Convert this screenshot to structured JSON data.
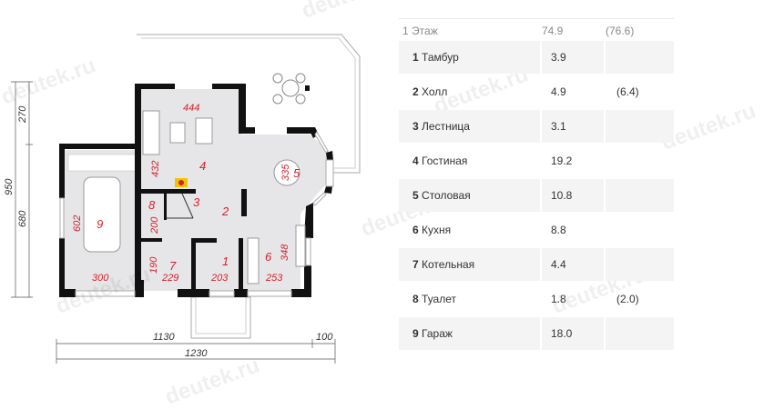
{
  "watermark": "deutek.ru",
  "plan": {
    "dimensions": {
      "total_height": "950",
      "upper_height": "270",
      "lower_height": "680",
      "width_main": "1130",
      "width_extra": "100",
      "width_total": "1230"
    },
    "room_dims": {
      "d444": "444",
      "d432": "432",
      "d335": "335",
      "d602": "602",
      "d200": "200",
      "d190": "190",
      "d348": "348",
      "d229": "229",
      "d203": "203",
      "d253": "253",
      "d300": "300"
    },
    "room_numbers": [
      "1",
      "2",
      "3",
      "4",
      "5",
      "6",
      "7",
      "8",
      "9"
    ]
  },
  "table": {
    "header": {
      "num": "1",
      "label": "Этаж",
      "area": "74.9",
      "total": "(76.6)"
    },
    "rows": [
      {
        "num": "1",
        "name": "Тамбур",
        "area": "3.9",
        "total": ""
      },
      {
        "num": "2",
        "name": "Холл",
        "area": "4.9",
        "total": "(6.4)"
      },
      {
        "num": "3",
        "name": "Лестница",
        "area": "3.1",
        "total": ""
      },
      {
        "num": "4",
        "name": "Гостиная",
        "area": "19.2",
        "total": ""
      },
      {
        "num": "5",
        "name": "Столовая",
        "area": "10.8",
        "total": ""
      },
      {
        "num": "6",
        "name": "Кухня",
        "area": "8.8",
        "total": ""
      },
      {
        "num": "7",
        "name": "Котельная",
        "area": "4.4",
        "total": ""
      },
      {
        "num": "8",
        "name": "Туалет",
        "area": "1.8",
        "total": "(2.0)"
      },
      {
        "num": "9",
        "name": "Гараж",
        "area": "18.0",
        "total": ""
      }
    ]
  }
}
